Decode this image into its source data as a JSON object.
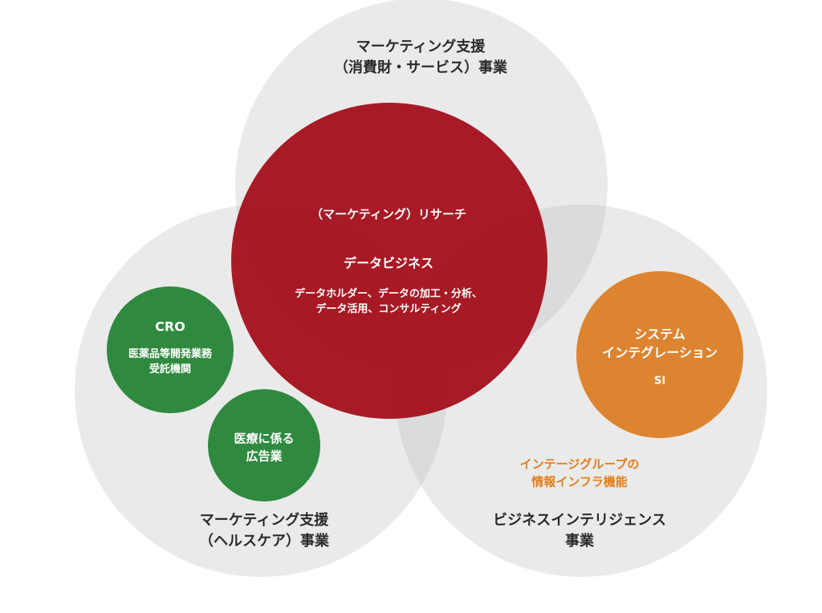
{
  "colors": {
    "outer_circle": "#b3b3b3",
    "research_circle": "#a30d1a",
    "green": "#2f8a3f",
    "orange": "#dd8430",
    "orange_text": "#e07f1e"
  },
  "circles": {
    "top": {
      "title_line1": "マーケティング支援",
      "title_line2": "（消費財・サービス）事業"
    },
    "left": {
      "title_line1": "マーケティング支援",
      "title_line2": "（ヘルスケア）事業"
    },
    "right": {
      "title_line1": "ビジネスインテリジェンス",
      "title_line2": "事業",
      "note_line1": "インテージグループの",
      "note_line2": "情報インフラ機能"
    }
  },
  "core": {
    "research": "（マーケティング）リサーチ",
    "data_business": "データビジネス",
    "detail_line1": "データホルダー、データの加工・分析、",
    "detail_line2": "データ活用、コンサルティング"
  },
  "cro": {
    "title": "CRO",
    "line1": "医薬品等開発業務",
    "line2": "受託機関"
  },
  "medical_ad": {
    "line1": "医療に係る",
    "line2": "広告業"
  },
  "si": {
    "line1": "システム",
    "line2": "インテグレーション",
    "line3": "SI"
  }
}
